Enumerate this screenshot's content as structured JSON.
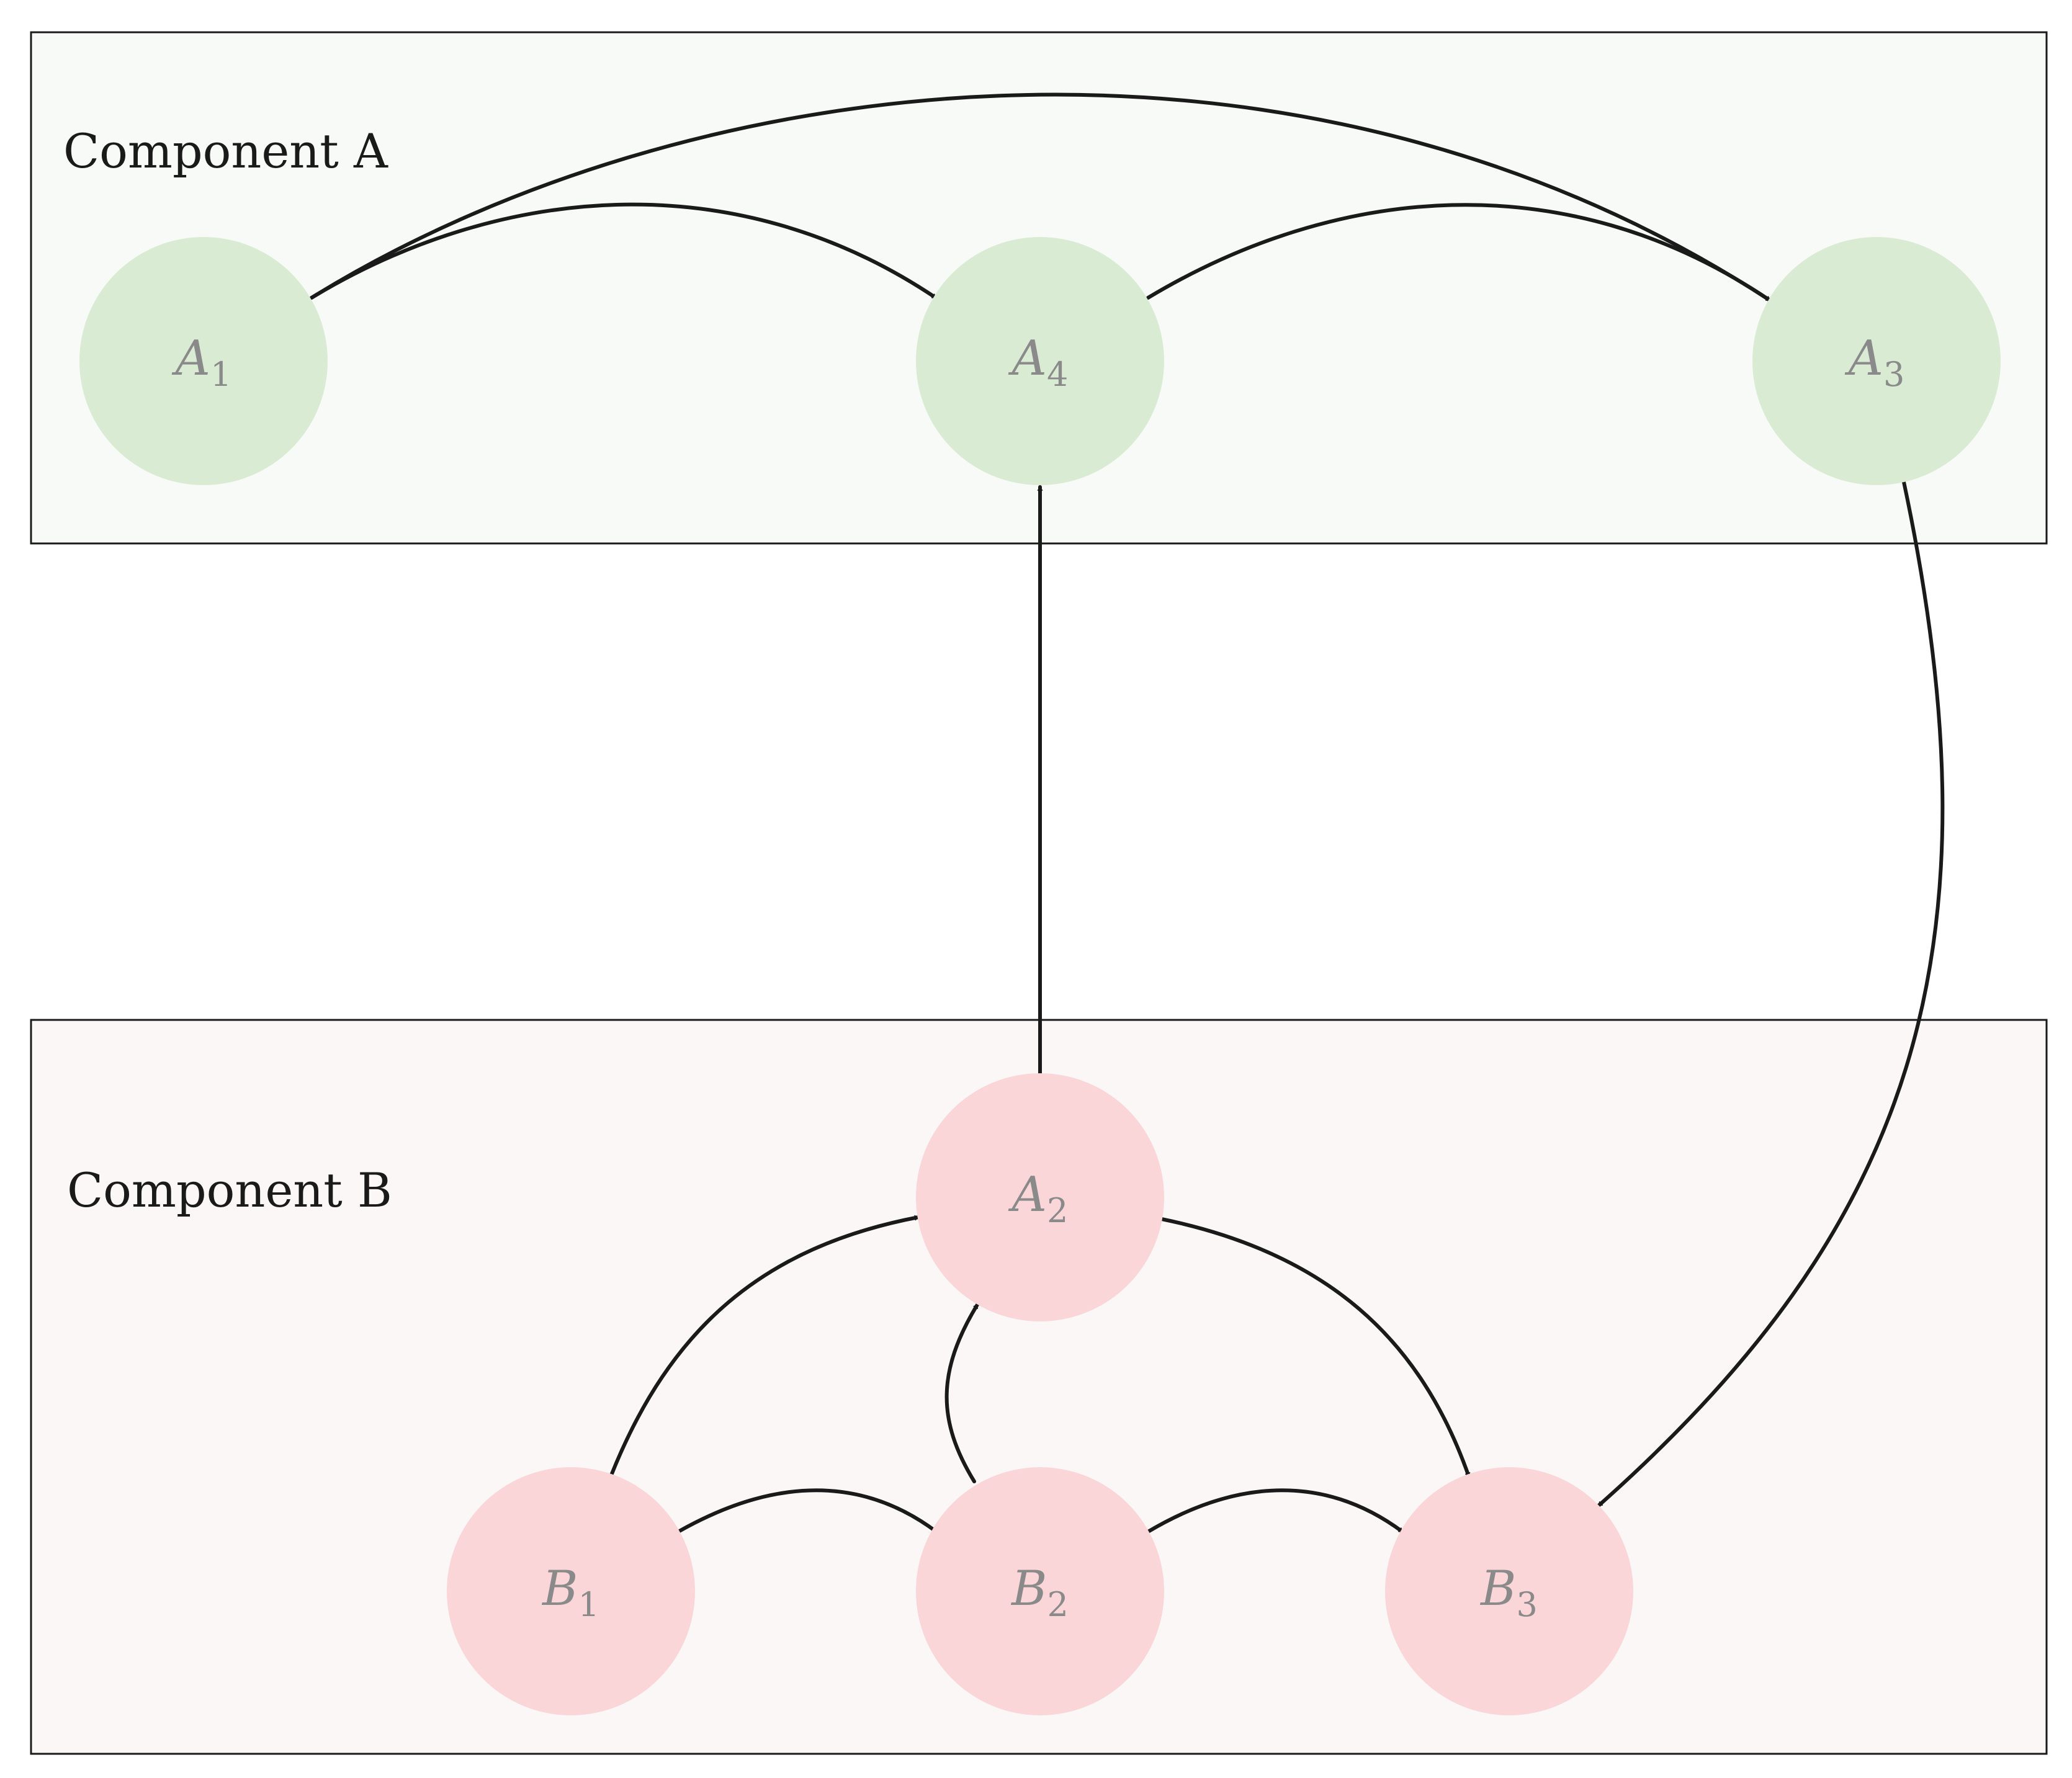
{
  "colors": {
    "componentA_fill": "#f7faf6",
    "componentB_fill": "#fbf7f7",
    "nodeA_fill": "#d9ecd3",
    "nodeB_fill": "#fad6d8",
    "edge": "#1a1a1a",
    "label": "#8a8a8a"
  },
  "components": [
    {
      "id": "A",
      "title": "Component A"
    },
    {
      "id": "B",
      "title": "Component B"
    }
  ],
  "nodes": [
    {
      "id": "A1",
      "letter": "A",
      "sub": "1",
      "component": "A"
    },
    {
      "id": "A4",
      "letter": "A",
      "sub": "4",
      "component": "A"
    },
    {
      "id": "A3",
      "letter": "A",
      "sub": "3",
      "component": "A"
    },
    {
      "id": "A2",
      "letter": "A",
      "sub": "2",
      "component": "B"
    },
    {
      "id": "B1",
      "letter": "B",
      "sub": "1",
      "component": "B"
    },
    {
      "id": "B2",
      "letter": "B",
      "sub": "2",
      "component": "B"
    },
    {
      "id": "B3",
      "letter": "B",
      "sub": "3",
      "component": "B"
    }
  ],
  "edges": [
    {
      "from": "A1",
      "to": "A4"
    },
    {
      "from": "A1",
      "to": "A3"
    },
    {
      "from": "A4",
      "to": "A3"
    },
    {
      "from": "A2",
      "to": "A4"
    },
    {
      "from": "A3",
      "to": "B3"
    },
    {
      "from": "B1",
      "to": "A2"
    },
    {
      "from": "B2",
      "to": "A2"
    },
    {
      "from": "A2",
      "to": "B3"
    },
    {
      "from": "B1",
      "to": "B2"
    },
    {
      "from": "B2",
      "to": "B3"
    }
  ]
}
